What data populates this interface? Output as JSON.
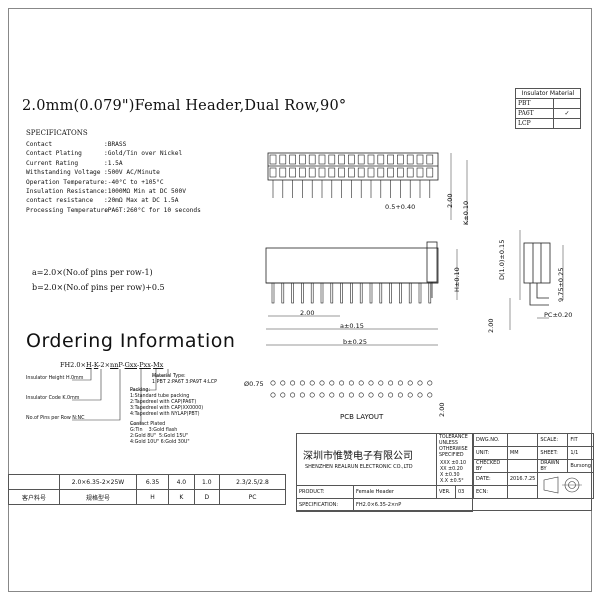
{
  "title": "2.0mm(0.079\")Femal Header,Dual Row,90°",
  "specs": {
    "heading": "SPECIFICATONS",
    "rows": [
      {
        "label": "Contact",
        "value": ":BRASS"
      },
      {
        "label": "Contact Plating",
        "value": ":Gold/Tin over Nickel"
      },
      {
        "label": "Current Rating",
        "value": ":1.5A"
      },
      {
        "label": "Withstanding Voltage",
        "value": ":500V AC/Minute"
      },
      {
        "label": "Operation Temperature",
        "value": ":-40°C to +105°C"
      },
      {
        "label": "Insulation Resistance",
        "value": ":1000MΩ Min at DC 500V"
      },
      {
        "label": "contact resistance",
        "value": ":20mΩ Max at DC 1.5A"
      },
      {
        "label": "Processing Temperature",
        "value": ":PA6T:260°C for 10 seconds"
      }
    ]
  },
  "formulas": {
    "a": "a=2.0×(No.of pins per row-1)",
    "b": "b=2.0×(No.of pins per row)+0.5"
  },
  "ordering": {
    "heading": "Ordering Information",
    "code_prefix": "FH2.0×",
    "code_h": "H",
    "code_sep1": "-",
    "code_k": "K",
    "code_rest": "-2×",
    "code_nn": "nn",
    "code_p": "P-",
    "code_g": "Gxx",
    "code_dash": "-",
    "code_pxx": "Pxx",
    "code_dash2": "-",
    "code_mx": "Mx",
    "left_notes": [
      "Insulator Height\nH.0mm",
      "Insulator Code\nK.0mm",
      "No.of Pins per Row\nN:NC"
    ],
    "right_material": "Material Type:\n1:PBT 2:PA6T 3:PA9T 4:LCP",
    "right_packing": "Packing:\n1:Standard tube packing\n2:Tapedreel with CAP(PA6T)\n3:Tapedreel with CAP(XX0000)\n4:Tapedreel with NYLAP(PBT)",
    "right_plating": "Contact Plated\nG:Tin    3:Gold flash\n2:Gold 8U\"  5:Gold 15U\"\n4:Gold 10U\" 6:Gold 30U\""
  },
  "material_table": {
    "header": "Insulator Material",
    "rows": [
      {
        "name": "PBT",
        "checked": ""
      },
      {
        "name": "PA6T",
        "checked": "✓"
      },
      {
        "name": "LCP",
        "checked": ""
      }
    ]
  },
  "dims": {
    "d200_top": "2.00",
    "pitch_tol": "0.5+0.40",
    "h_k": "K±0.10",
    "h_h": "H±0.10",
    "d_dim": "D(1.0)±0.15",
    "side_975": "9.75±0.25",
    "side_200": "2.00",
    "pc": "PC±0.20",
    "front_200": "2.00",
    "a_dim": "a±0.15",
    "b_dim": "b±0.25",
    "pcb_hole": "Ø0.75",
    "pcb_label": "PCB LAYOUT",
    "pcb_200": "2.00"
  },
  "data_table": {
    "values": [
      "2.0×6.35-2×25W",
      "6.35",
      "4.0",
      "1.0",
      "2.3/2.5/2.8"
    ],
    "headers": [
      "客户料号",
      "规格型号",
      "H",
      "K",
      "D",
      "PC"
    ]
  },
  "title_block": {
    "company_cn": "深圳市惟赞电子有限公司",
    "company_en": "SHENZHEN REALRUN ELECTRONIC CO.,LTD",
    "tolerance": "TOLERANCE\nUNLESS\nOTHERWISE\nSPECIFIED",
    "tol_rows": [
      "XXX ±0.10",
      "XX  ±0.20",
      "X   ±0.30",
      "X.X ±0.5°"
    ],
    "dwg_no_label": "DWG.NO.",
    "scale_label": "SCALE:",
    "scale_value": "FIT",
    "unit_label": "UNIT:",
    "unit_value": "MM",
    "sheet_label": "SHEET:",
    "sheet_value": "1/1",
    "checked_label": "CHECKED BY",
    "drawn_label": "DRAWN BY",
    "drawn_value": "Bursong",
    "date_label": "DATE:",
    "date_value": "2016.7.25",
    "ecn_label": "ECN:",
    "product_label": "PRODUCT:",
    "product_value": "Female Header",
    "ver_label": "VER.",
    "ver_value": "03",
    "spec_label": "SPECIFICATION:",
    "spec_value": "FH2.0×6.35-2×nP"
  }
}
